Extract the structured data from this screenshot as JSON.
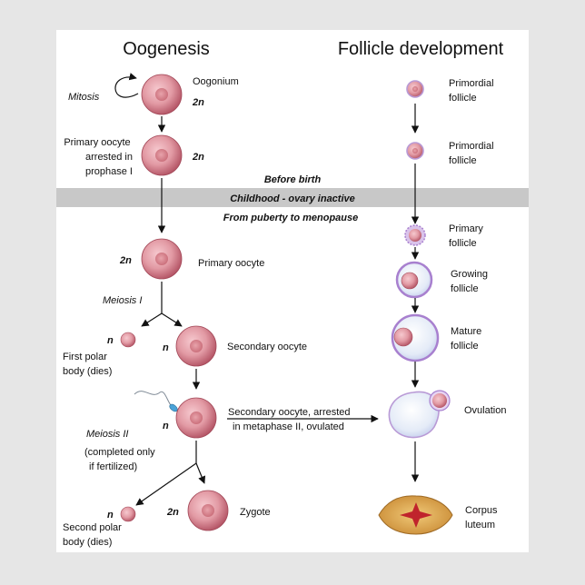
{
  "titles": {
    "left": "Oogenesis",
    "right": "Follicle development"
  },
  "band": {
    "top": "Before birth",
    "middle": "Childhood -  ovary inactive",
    "bottom": "From puberty to menopause"
  },
  "oogenesis": {
    "oogonium": "Oogonium",
    "oogonium_ploidy": "2n",
    "mitosis": "Mitosis",
    "primary_arrested_1": "Primary oocyte",
    "primary_arrested_2": "arrested in",
    "primary_arrested_3": "prophase I",
    "primary_arrested_ploidy": "2n",
    "primary_oocyte": "Primary oocyte",
    "primary_oocyte_ploidy": "2n",
    "meiosis1": "Meiosis I",
    "first_polar_1": "First polar",
    "first_polar_2": "body (dies)",
    "first_polar_ploidy": "n",
    "secondary_oocyte": "Secondary oocyte",
    "secondary_oocyte_ploidy": "n",
    "arrested_note_1": "Secondary oocyte, arrested",
    "arrested_note_2": "in metaphase II, ovulated",
    "fert_ploidy": "n",
    "meiosis2": "Meiosis II",
    "meiosis2_note_1": "(completed only",
    "meiosis2_note_2": "if fertilized)",
    "second_polar_1": "Second polar",
    "second_polar_2": "body (dies)",
    "second_polar_ploidy": "n",
    "zygote": "Zygote",
    "zygote_ploidy": "2n"
  },
  "follicle": {
    "primordial_1a": "Primordial",
    "primordial_1b": "follicle",
    "primordial_2a": "Primordial",
    "primordial_2b": "follicle",
    "primary_a": "Primary",
    "primary_b": "follicle",
    "growing_a": "Growing",
    "growing_b": "follicle",
    "mature_a": "Mature",
    "mature_b": "follicle",
    "ovulation": "Ovulation",
    "corpus_a": "Corpus",
    "corpus_b": "luteum"
  },
  "colors": {
    "cell": "#d98a95",
    "cell_dark": "#b65565",
    "band": "#c8c8c8",
    "follicle_ring": "#b99ad6",
    "antrum": "#e6ecf6",
    "corpus_fill": "#d9a64c",
    "corpus_star": "#c0242c"
  }
}
